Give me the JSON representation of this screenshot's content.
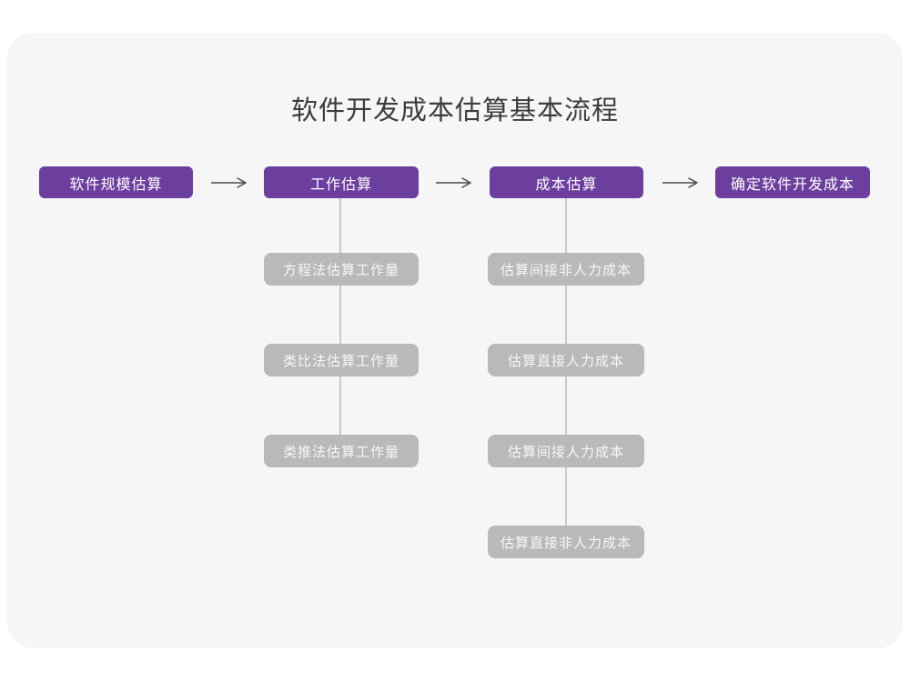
{
  "page": {
    "title": "软件开发成本估算基本流程"
  },
  "colors": {
    "primary_purple": "#6c3e9e",
    "sub_box_gray": "#b9b9b9",
    "connector_gray": "#c9c9c9",
    "arrow_dark": "#4a4a4a",
    "card_background": "#f6f6f7",
    "page_background": "#ffffff",
    "title_text": "#3c3c3c"
  },
  "flow": {
    "steps": [
      {
        "label": "软件规模估算"
      },
      {
        "label": "工作估算"
      },
      {
        "label": "成本估算"
      },
      {
        "label": "确定软件开发成本"
      }
    ],
    "work_estimation_methods": [
      {
        "label": "方程法估算工作量"
      },
      {
        "label": "类比法估算工作量"
      },
      {
        "label": "类推法估算工作量"
      }
    ],
    "cost_estimation_steps": [
      {
        "label": "估算间接非人力成本"
      },
      {
        "label": "估算直接人力成本"
      },
      {
        "label": "估算间接人力成本"
      },
      {
        "label": "估算直接非人力成本"
      }
    ]
  }
}
